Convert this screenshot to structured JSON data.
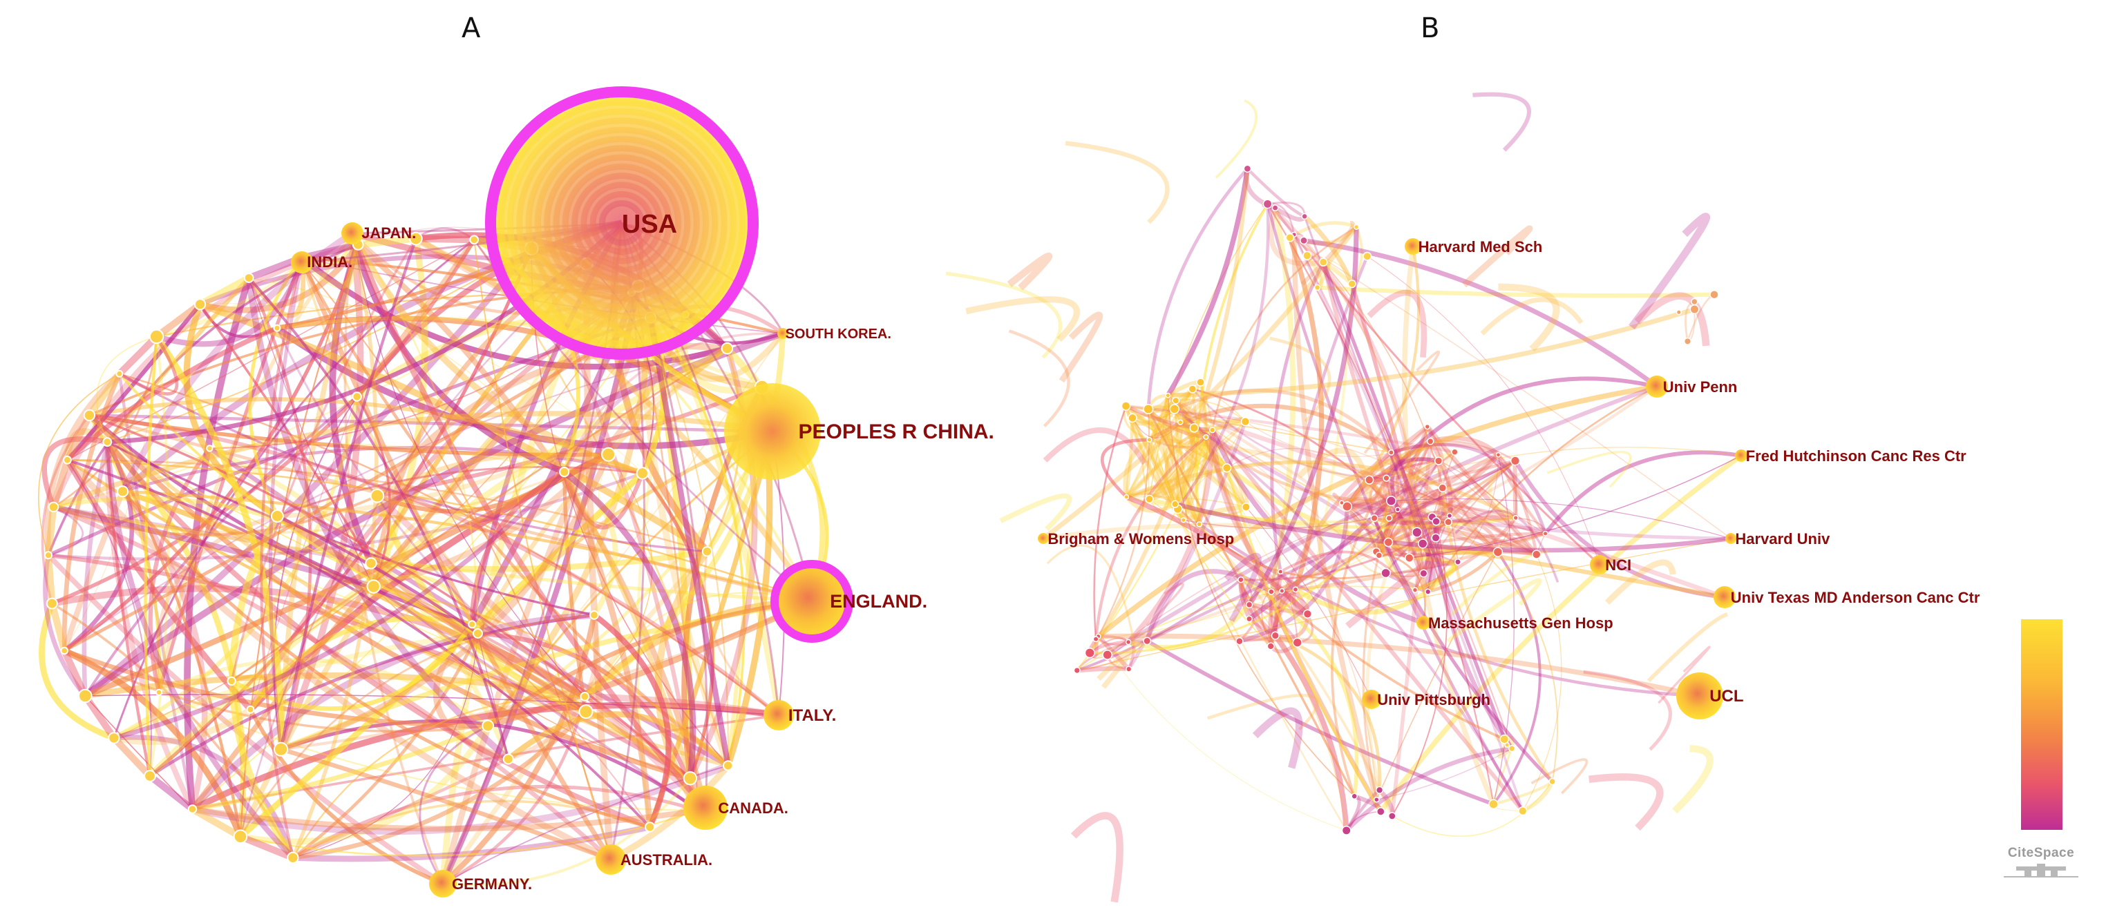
{
  "panels": {
    "a": {
      "title": "A"
    },
    "b": {
      "title": "B"
    }
  },
  "network_a": {
    "nodes": [
      {
        "label": "USA",
        "weight": 1.0,
        "centrality_ring": true
      },
      {
        "label": "JAPAN.",
        "weight": 0.08
      },
      {
        "label": "INDIA.",
        "weight": 0.07
      },
      {
        "label": "SOUTH KOREA.",
        "weight": 0.03
      },
      {
        "label": "PEOPLES R CHINA.",
        "weight": 0.35
      },
      {
        "label": "ENGLAND.",
        "weight": 0.28,
        "centrality_ring": true
      },
      {
        "label": "ITALY.",
        "weight": 0.12
      },
      {
        "label": "CANADA.",
        "weight": 0.15
      },
      {
        "label": "AUSTRALIA.",
        "weight": 0.1
      },
      {
        "label": "GERMANY.",
        "weight": 0.1
      }
    ]
  },
  "network_b": {
    "nodes": [
      {
        "label": "Harvard Med Sch",
        "weight": 0.1
      },
      {
        "label": "Univ Penn",
        "weight": 0.12
      },
      {
        "label": "Fred Hutchinson Canc Res Ctr",
        "weight": 0.08
      },
      {
        "label": "Brigham & Womens Hosp",
        "weight": 0.07
      },
      {
        "label": "Harvard Univ",
        "weight": 0.06
      },
      {
        "label": "NCI",
        "weight": 0.09
      },
      {
        "label": "Univ Texas MD Anderson Canc Ctr",
        "weight": 0.11
      },
      {
        "label": "Massachusetts Gen Hosp",
        "weight": 0.07
      },
      {
        "label": "Univ Pittsburgh",
        "weight": 0.09
      },
      {
        "label": "UCL",
        "weight": 0.25
      }
    ]
  },
  "legend": {
    "colors": [
      "#fde033",
      "#fbb737",
      "#f38746",
      "#e9566a",
      "#bf2e95"
    ]
  },
  "logo": {
    "text": "CiteSpace"
  },
  "colors": {
    "label": "#8b0c0c",
    "centrality_ring": "#f23ff0"
  }
}
